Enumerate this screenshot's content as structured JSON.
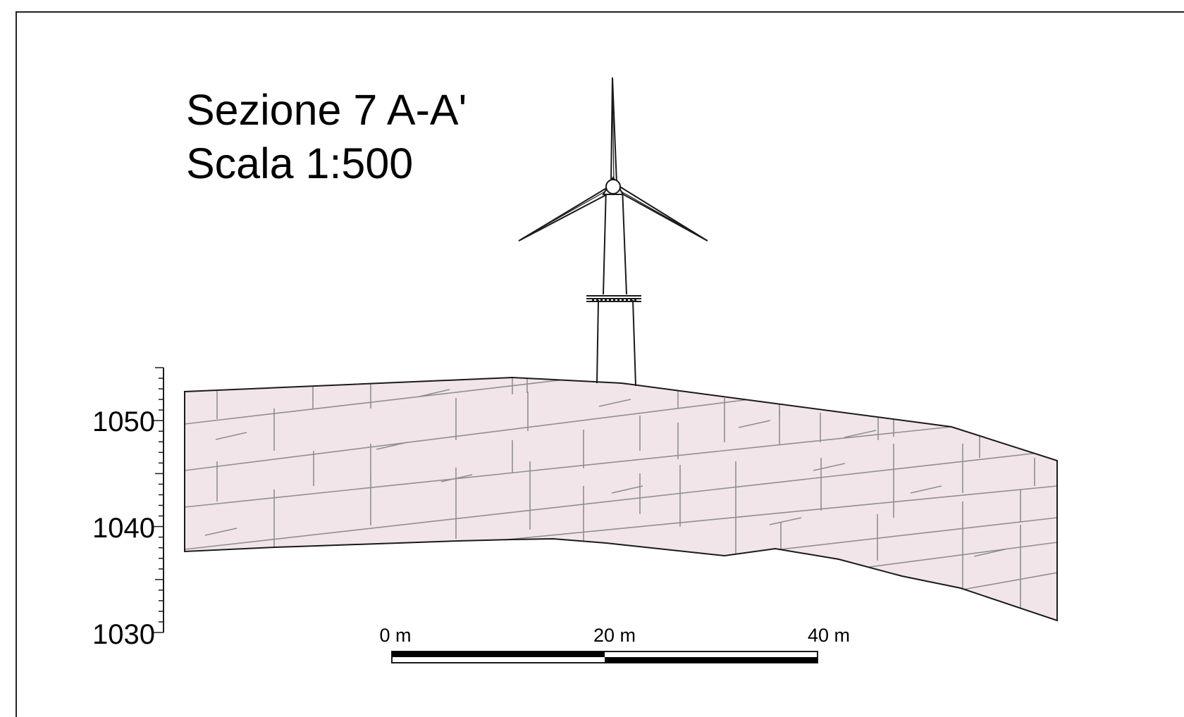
{
  "title": {
    "line1": "Sezione 7 A-A'",
    "line2": "Scala 1:500"
  },
  "elevation_axis": {
    "ticks": [
      "1050",
      "1040",
      "1030"
    ]
  },
  "scale_bar": {
    "labels": [
      "0 m",
      "20 m",
      "40 m"
    ]
  },
  "diagram": {
    "rock_fill_color": "#f1e5ea",
    "joint_color": "#8f8f8f",
    "outline_color": "#1a1a1a",
    "turbine_icon": "wind-turbine-icon"
  }
}
